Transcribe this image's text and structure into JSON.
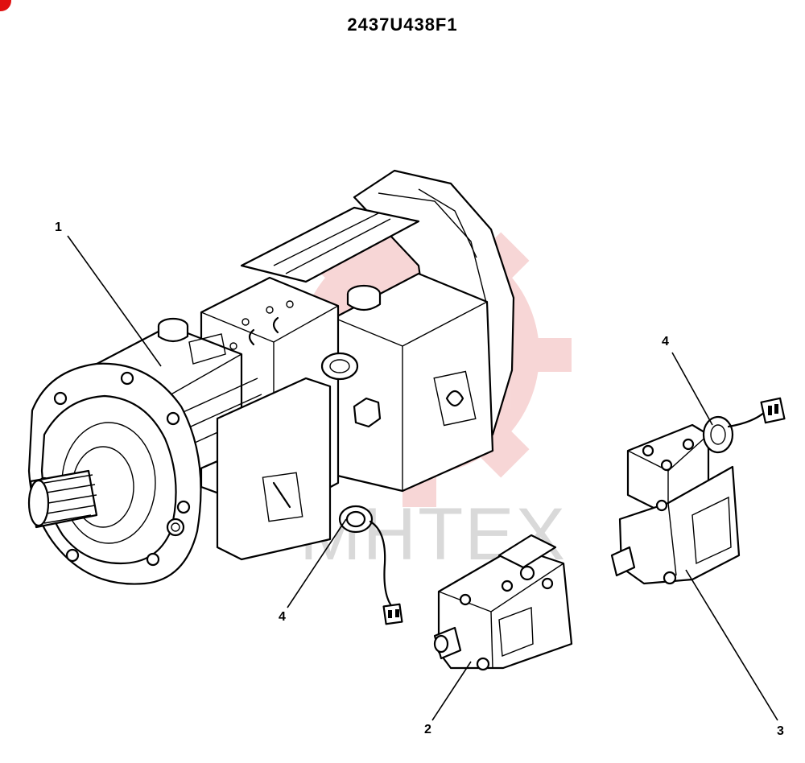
{
  "diagram": {
    "title": "2437U438F1",
    "watermark_text": "MHTEX",
    "callouts": [
      {
        "id": "1",
        "label": "1"
      },
      {
        "id": "2",
        "label": "2"
      },
      {
        "id": "3",
        "label": "3"
      },
      {
        "id": "4a",
        "label": "4"
      },
      {
        "id": "4b",
        "label": "4"
      }
    ],
    "colors": {
      "line": "#000000",
      "watermark_gear": "#f4c4c4",
      "watermark_text": "#d9d9d9",
      "corner_mark": "#e01010"
    },
    "icons": [
      "watermark-gear-icon",
      "corner-mark-icon"
    ]
  }
}
